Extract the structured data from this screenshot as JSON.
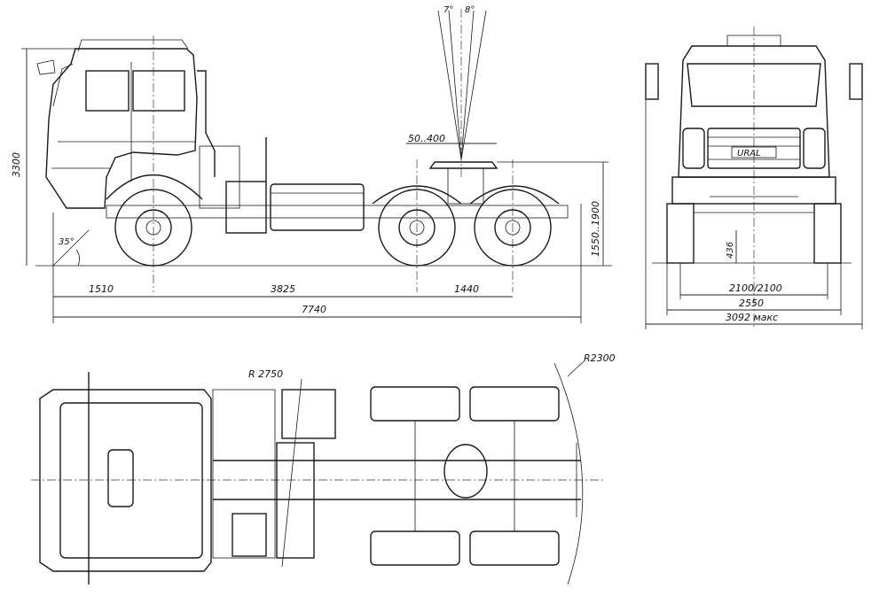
{
  "side_view": {
    "height_total": "3300",
    "fifth_wheel_height": "1550..1900",
    "fifth_wheel_offset": "50..400",
    "tilt_front": "7°",
    "tilt_back": "8°",
    "approach_angle": "35°",
    "front_overhang": "1510",
    "wheelbase": "3825",
    "rear_axle_spacing": "1440",
    "overall_length": "7740"
  },
  "front_view": {
    "ground_clearance": "436",
    "track": "2100/2100",
    "width": "2550",
    "width_max": "3092 макс",
    "grille_badge": "URAL"
  },
  "top_view": {
    "turn_radius_inner": "R 2750",
    "turn_radius_outer": "R2300"
  }
}
